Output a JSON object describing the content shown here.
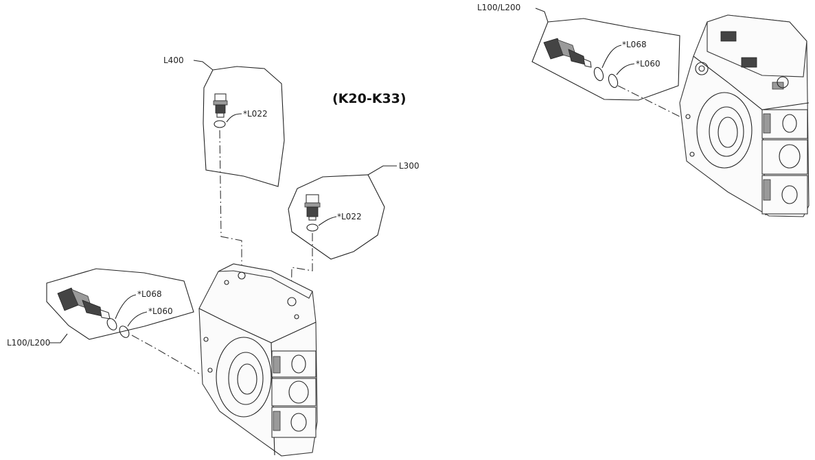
{
  "diagram": {
    "title": "(K20-K33)",
    "left_assembly": {
      "groups": [
        {
          "label": "L400",
          "parts": [
            "*L022"
          ]
        },
        {
          "label": "L300",
          "parts": [
            "*L022"
          ]
        },
        {
          "label": "L100/L200",
          "parts": [
            "*L068",
            "*L060"
          ]
        }
      ]
    },
    "right_assembly": {
      "groups": [
        {
          "label": "L100/L200",
          "parts": [
            "*L068",
            "*L060"
          ]
        }
      ]
    }
  }
}
